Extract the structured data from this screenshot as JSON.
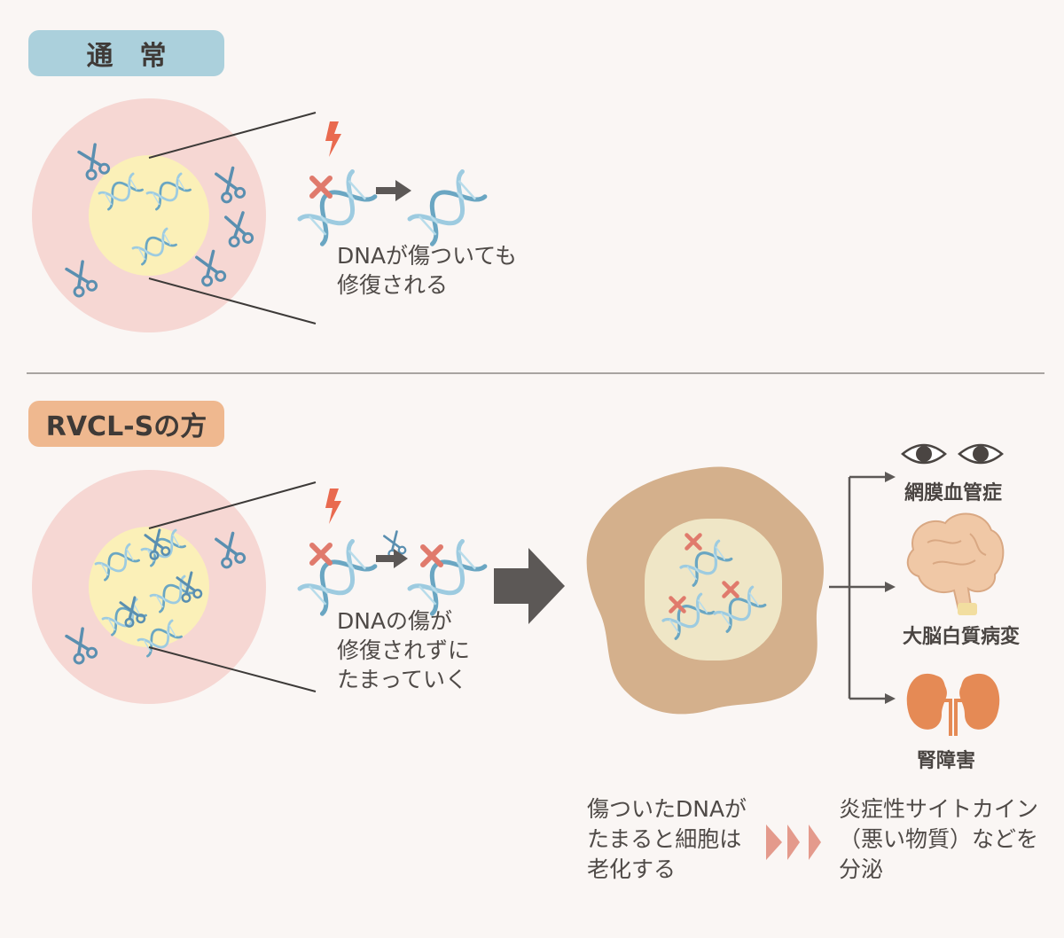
{
  "sections": {
    "normal": {
      "title": "通　常",
      "caption_lines": [
        "DNAが傷ついても",
        "修復される"
      ]
    },
    "rvcl": {
      "title": "RVCL-Sの方",
      "caption_lines": [
        "DNAの傷が",
        "修復されずに",
        "たまっていく"
      ]
    }
  },
  "outcomes": [
    {
      "label": "網膜血管症",
      "icon": "eyes-icon"
    },
    {
      "label": "大脳白質病変",
      "icon": "brain-icon"
    },
    {
      "label": "腎障害",
      "icon": "kidney-icon"
    }
  ],
  "bottom": {
    "left_lines": [
      "傷ついたDNAが",
      "たまると細胞は",
      "老化する"
    ],
    "right_lines": [
      "炎症性サイトカイン",
      "（悪い物質）などを",
      "分泌"
    ]
  },
  "colors": {
    "background": "#faf6f4",
    "normal_pill": "#abd0dc",
    "rvcl_pill": "#efb88f",
    "cell_outer": "#f6d7d3",
    "nucleus": "#fbf0b8",
    "dna": "#7fb8d1",
    "damage_mark": "#e07a6c",
    "aged_cell": "#d4b08c",
    "brain": "#f0c8a6",
    "kidney": "#e58a55"
  }
}
